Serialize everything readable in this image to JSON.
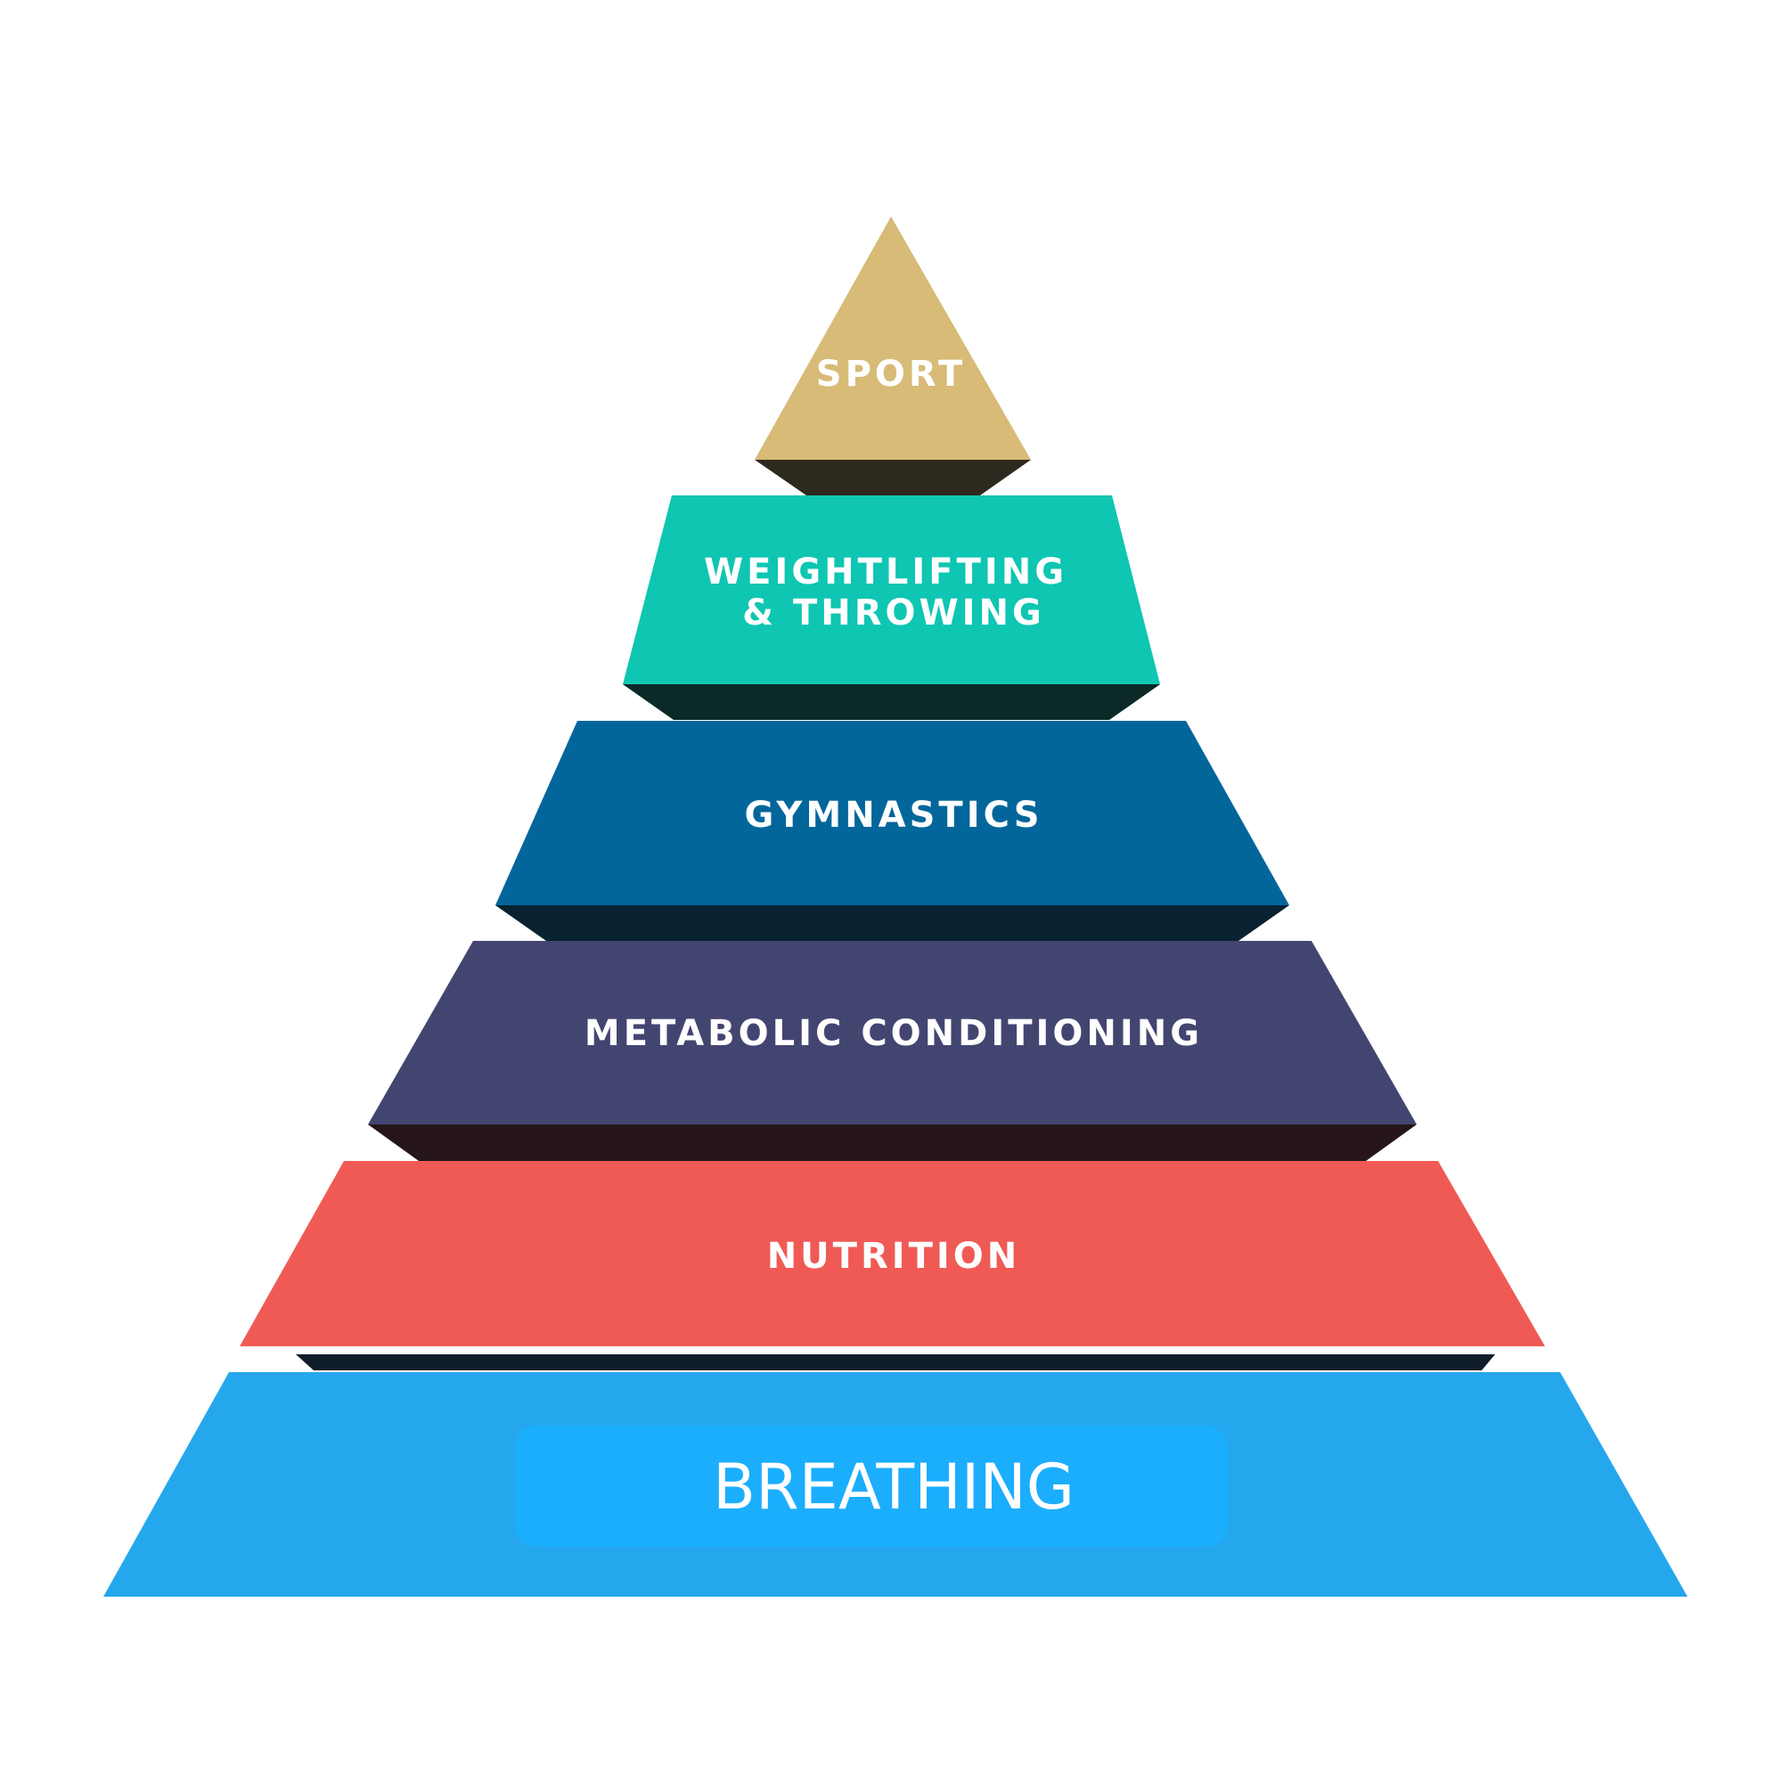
{
  "pyramid": {
    "tiers": [
      {
        "lines": [
          "SPORT"
        ],
        "color": "#d7bb77",
        "shadow": "#2e291e"
      },
      {
        "lines": [
          "WEIGHTLIFTING",
          "& THROWING"
        ],
        "color": "#0ec6b2",
        "shadow": "#0b2a27"
      },
      {
        "lines": [
          "GYMNASTICS"
        ],
        "color": "#02669b",
        "shadow": "#082231"
      },
      {
        "lines": [
          "METABOLIC CONDITIONING"
        ],
        "color": "#434571",
        "shadow": "#261619"
      },
      {
        "lines": [
          "NUTRITION"
        ],
        "color": "#f05a55",
        "shadow": "#0f1d2a"
      },
      {
        "lines": [
          "BREATHING"
        ],
        "color": "#25a7ee",
        "highlight": "#1baefd"
      }
    ]
  }
}
